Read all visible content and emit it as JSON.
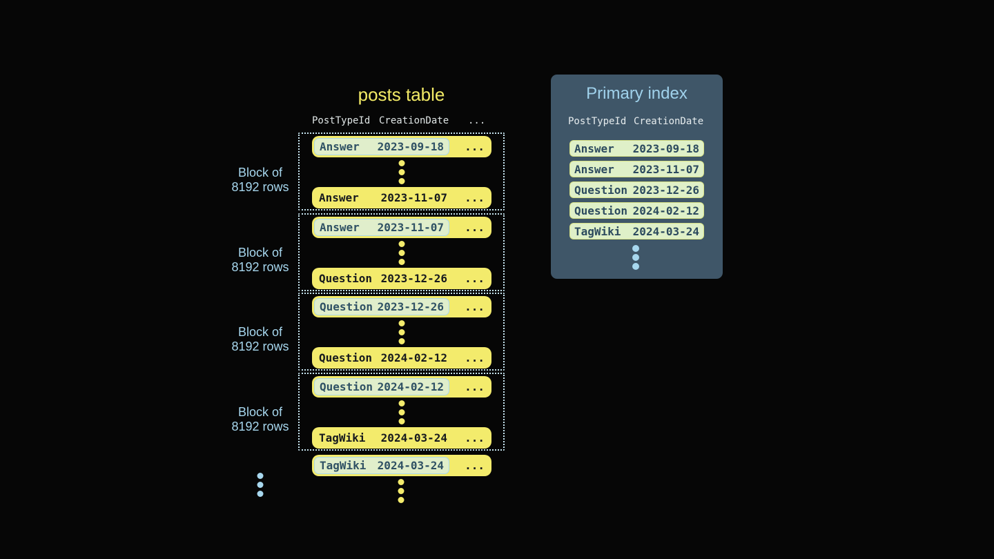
{
  "posts_table": {
    "title": "posts table",
    "columns": {
      "col1": "PostTypeId",
      "col2": "CreationDate",
      "more": "..."
    },
    "ellipsis": "...",
    "block_label": {
      "line1": "Block of",
      "line2": "8192 rows"
    },
    "blocks": [
      {
        "first": {
          "type": "Answer",
          "date": "2023-09-18"
        },
        "last": {
          "type": "Answer",
          "date": "2023-11-07"
        }
      },
      {
        "first": {
          "type": "Answer",
          "date": "2023-11-07"
        },
        "last": {
          "type": "Question",
          "date": "2023-12-26"
        }
      },
      {
        "first": {
          "type": "Question",
          "date": "2023-12-26"
        },
        "last": {
          "type": "Question",
          "date": "2024-02-12"
        }
      },
      {
        "first": {
          "type": "Question",
          "date": "2024-02-12"
        },
        "last": {
          "type": "TagWiki",
          "date": "2024-03-24"
        }
      }
    ],
    "overflow_row": {
      "type": "TagWiki",
      "date": "2024-03-24"
    }
  },
  "primary_index": {
    "title": "Primary index",
    "columns": {
      "col1": "PostTypeId",
      "col2": "CreationDate"
    },
    "rows": [
      {
        "type": "Answer",
        "date": "2023-09-18"
      },
      {
        "type": "Answer",
        "date": "2023-11-07"
      },
      {
        "type": "Question",
        "date": "2023-12-26"
      },
      {
        "type": "Question",
        "date": "2024-02-12"
      },
      {
        "type": "TagWiki",
        "date": "2024-03-24"
      }
    ]
  },
  "colors": {
    "background": "#060606",
    "row_yellow": "#F3EB6C",
    "highlight_green": "#E0EECB",
    "highlight_border_cyan": "#A9D8EA",
    "teal_text": "#2F5164",
    "dark_text": "#16191E",
    "panel_background": "#3F5668",
    "light_blue": "#A7D7EE",
    "header_text": "#DFE5E5",
    "dotted_border": "#C9E7F2",
    "index_row_green": "#DFF0C8",
    "index_row_border": "#D8E287"
  }
}
